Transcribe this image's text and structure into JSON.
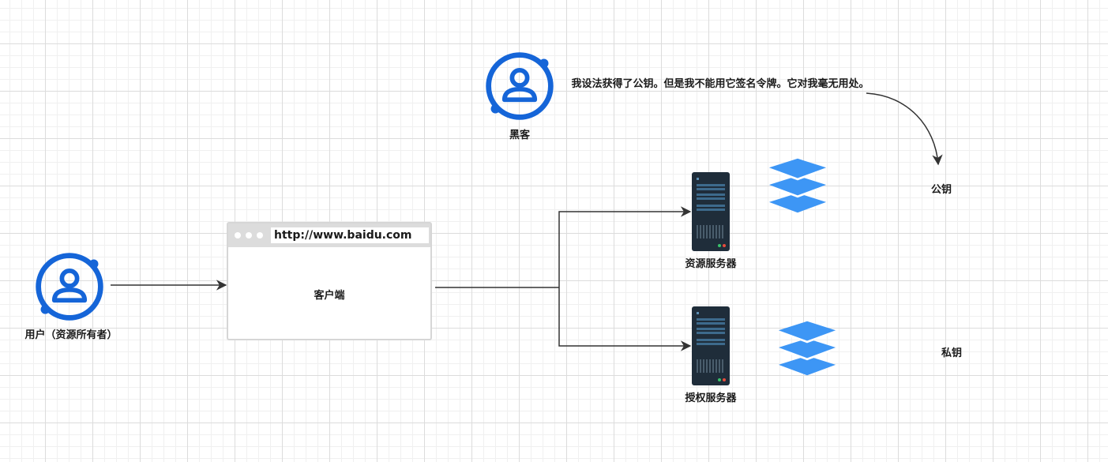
{
  "labels": {
    "user": "用户（资源所有者）",
    "hacker": "黑客",
    "client": "客户端",
    "resource_server": "资源服务器",
    "auth_server": "授权服务器",
    "public_key": "公钥",
    "private_key": "私钥",
    "hacker_note": "我设法获得了公钥。但是我不能用它签名令牌。它对我毫无用处。"
  },
  "browser": {
    "url": "http://www.baidu.com"
  },
  "icons": {
    "user": "user-circle-icon",
    "hacker": "user-circle-icon",
    "servers": "server-rack-icon",
    "keys": "layers-stack-icon"
  },
  "colors": {
    "user_icon": "#1565d8",
    "layers": "#3d96f5",
    "server_body": "#1f2d3a",
    "server_slot": "#3d6a8c",
    "arrow": "#333333"
  }
}
